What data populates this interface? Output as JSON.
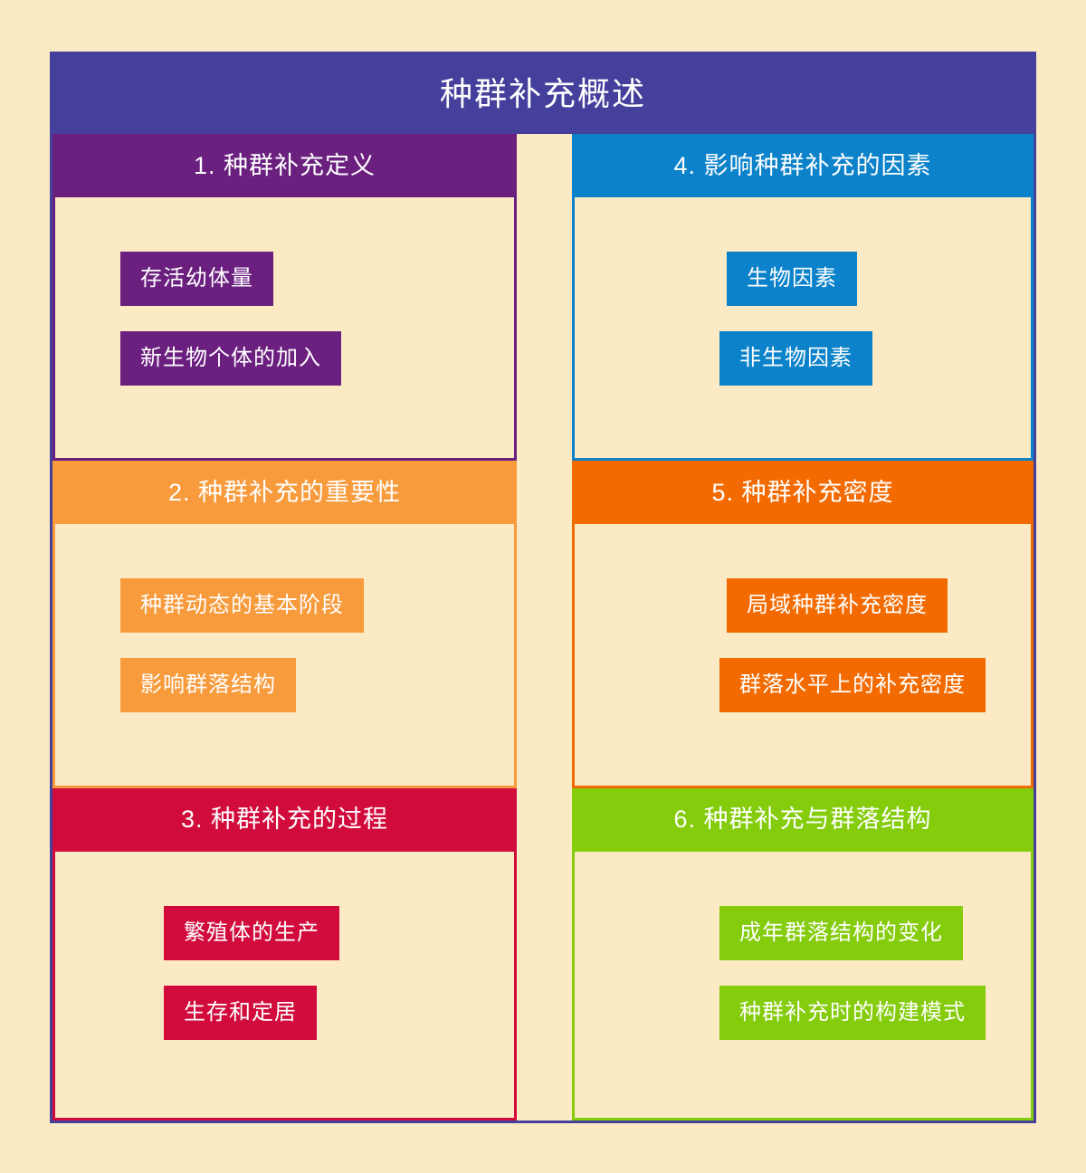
{
  "title": "种群补充概述",
  "colors": {
    "background": "#fbeac4",
    "frame": "#44409c",
    "title_bar": "#44409c",
    "purple": "#6b2080",
    "blue": "#0b82ca",
    "light_orange": "#f89b3c",
    "deep_orange": "#f36b00",
    "crimson": "#d10b3c",
    "green": "#84cc0c"
  },
  "sections": [
    {
      "id": 1,
      "header": "1. 种群补充定义",
      "color": "#6b2080",
      "items": [
        "存活幼体量",
        "新生物个体的加入"
      ]
    },
    {
      "id": 2,
      "header": "2. 种群补充的重要性",
      "color": "#f89b3c",
      "items": [
        "种群动态的基本阶段",
        "影响群落结构"
      ]
    },
    {
      "id": 3,
      "header": "3. 种群补充的过程",
      "color": "#d10b3c",
      "items": [
        "繁殖体的生产",
        "生存和定居"
      ]
    },
    {
      "id": 4,
      "header": "4. 影响种群补充的因素",
      "color": "#0b82ca",
      "items": [
        "生物因素",
        "非生物因素"
      ]
    },
    {
      "id": 5,
      "header": "5. 种群补充密度",
      "color": "#f36b00",
      "items": [
        "局域种群补充密度",
        "群落水平上的补充密度"
      ]
    },
    {
      "id": 6,
      "header": "6. 种群补充与群落结构",
      "color": "#84cc0c",
      "items": [
        "成年群落结构的变化",
        "种群补充时的构建模式"
      ]
    }
  ]
}
